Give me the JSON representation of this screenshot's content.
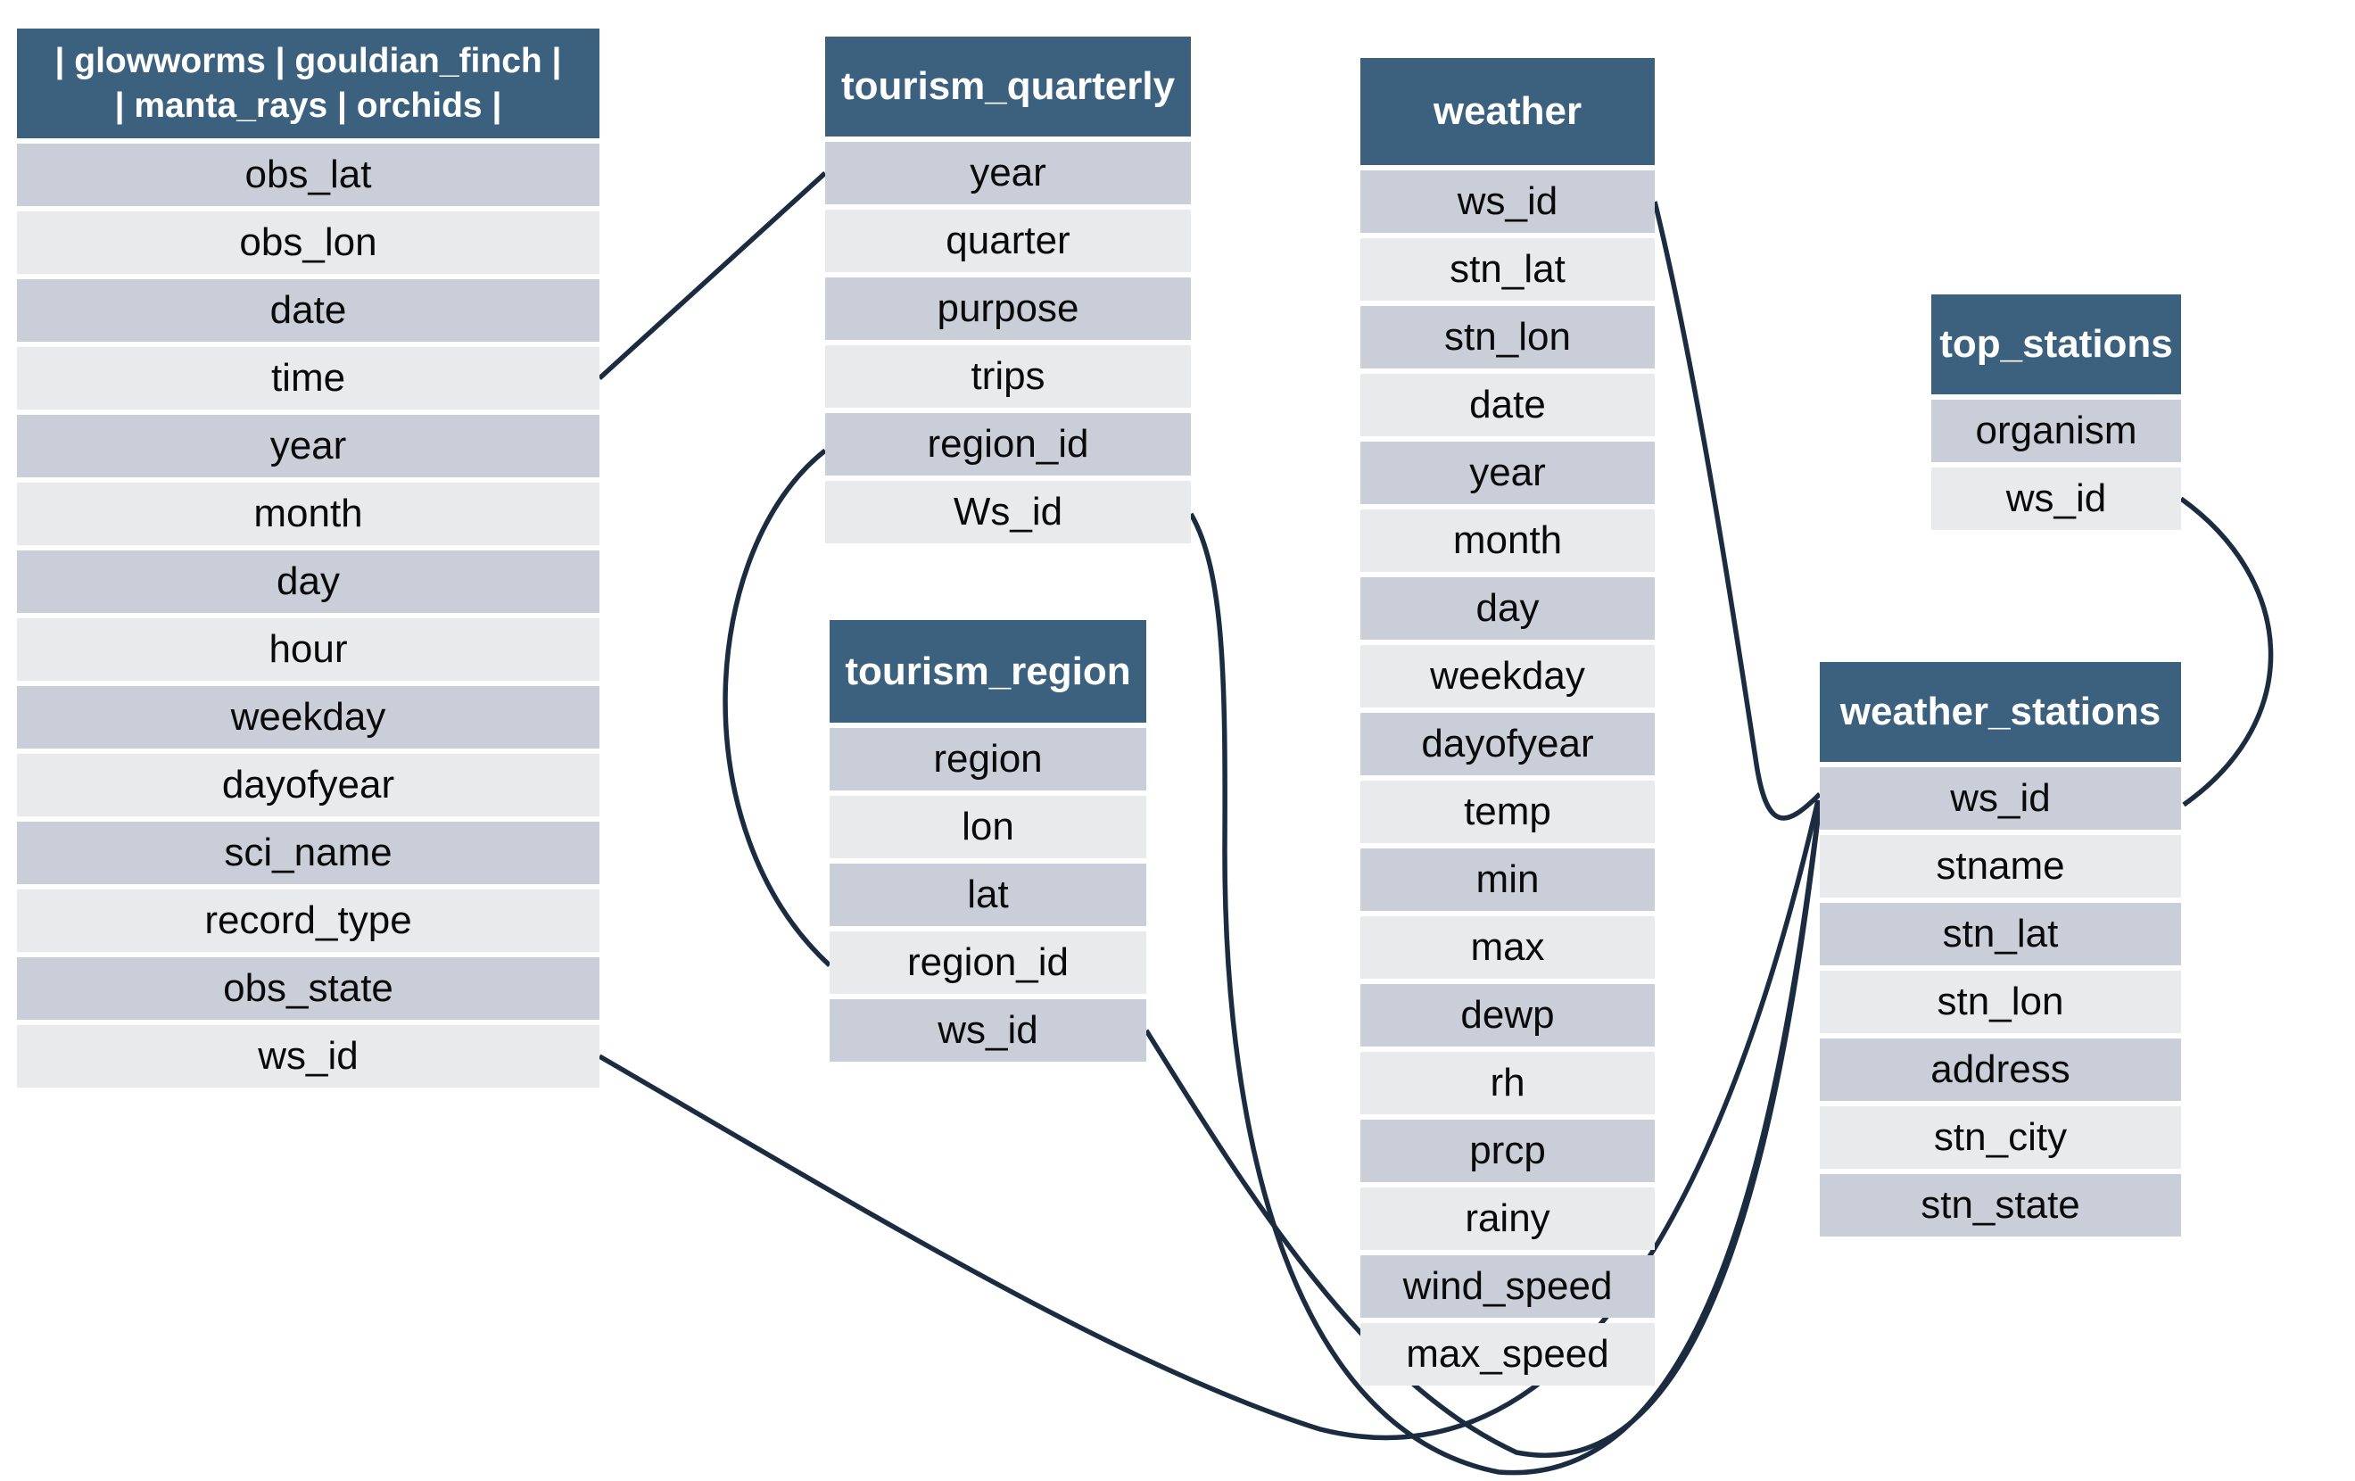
{
  "colors": {
    "header-bg": "#3b617f",
    "header-text": "#ffffff",
    "row-dark": "#c9ced8",
    "row-light": "#e9eaec",
    "row-text": "#0a0a0a",
    "connector": "#1b2b40",
    "background": "#ffffff"
  },
  "diagram": {
    "tables": [
      {
        "id": "species-union",
        "title": "| glowworms | gouldian_finch |\n| manta_rays | orchids |",
        "fields": [
          "obs_lat",
          "obs_lon",
          "date",
          "time",
          "year",
          "month",
          "day",
          "hour",
          "weekday",
          "dayofyear",
          "sci_name",
          "record_type",
          "obs_state",
          "ws_id"
        ]
      },
      {
        "id": "tourism-quarterly",
        "title": "tourism_quarterly",
        "fields": [
          "year",
          "quarter",
          "purpose",
          "trips",
          "region_id",
          "Ws_id"
        ]
      },
      {
        "id": "tourism-region",
        "title": "tourism_region",
        "fields": [
          "region",
          "lon",
          "lat",
          "region_id",
          "ws_id"
        ]
      },
      {
        "id": "weather",
        "title": "weather",
        "fields": [
          "ws_id",
          "stn_lat",
          "stn_lon",
          "date",
          "year",
          "month",
          "day",
          "weekday",
          "dayofyear",
          "temp",
          "min",
          "max",
          "dewp",
          "rh",
          "prcp",
          "rainy",
          "wind_speed",
          "max_speed"
        ]
      },
      {
        "id": "top-stations",
        "title": "top_stations",
        "fields": [
          "organism",
          "ws_id"
        ]
      },
      {
        "id": "weather-stations",
        "title": "weather_stations",
        "fields": [
          "ws_id",
          "stname",
          "stn_lat",
          "stn_lon",
          "address",
          "stn_city",
          "stn_state"
        ]
      }
    ],
    "relationships": [
      {
        "from": "species-union.time",
        "to": "tourism-quarterly.year"
      },
      {
        "from": "tourism-quarterly.region_id",
        "to": "tourism-region.region_id"
      },
      {
        "from": "tourism-quarterly.Ws_id",
        "to": "weather-stations.ws_id"
      },
      {
        "from": "species-union.ws_id",
        "to": "weather-stations.ws_id"
      },
      {
        "from": "tourism-region.ws_id",
        "to": "weather-stations.ws_id"
      },
      {
        "from": "weather.ws_id",
        "to": "weather-stations.ws_id"
      },
      {
        "from": "top-stations.ws_id",
        "to": "weather-stations.ws_id"
      }
    ]
  }
}
